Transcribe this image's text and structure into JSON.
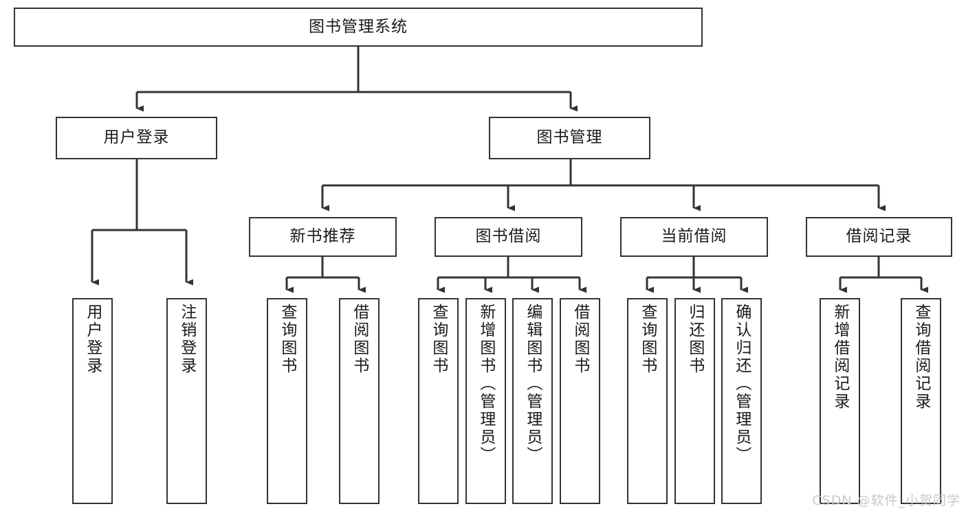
{
  "diagram": {
    "title": "图书管理系统",
    "type": "tree",
    "root": {
      "label": "图书管理系统"
    },
    "level2": [
      {
        "label": "用户登录"
      },
      {
        "label": "图书管理"
      }
    ],
    "level3": [
      {
        "label": "新书推荐"
      },
      {
        "label": "图书借阅"
      },
      {
        "label": "当前借阅"
      },
      {
        "label": "借阅记录"
      }
    ],
    "leaves": {
      "user_login": [
        {
          "label": "用户登录"
        },
        {
          "label": "注销登录"
        }
      ],
      "new_book_recommend": [
        {
          "label": "查询图书"
        },
        {
          "label": "借阅图书"
        }
      ],
      "book_borrow": [
        {
          "label": "查询图书"
        },
        {
          "label": "新增图书（管理员）"
        },
        {
          "label": "编辑图书（管理员）"
        },
        {
          "label": "借阅图书"
        }
      ],
      "current_borrow": [
        {
          "label": "查询图书"
        },
        {
          "label": "归还图书"
        },
        {
          "label": "确认归还（管理员）"
        }
      ],
      "borrow_records": [
        {
          "label": "新增借阅记录"
        },
        {
          "label": "查询借阅记录"
        }
      ]
    }
  },
  "watermark": {
    "text": "CSDN @软件_小贺同学"
  },
  "colors": {
    "stroke": "#333333",
    "background": "#ffffff",
    "text": "#1a1a1a",
    "watermark": "#c9c9c9"
  }
}
